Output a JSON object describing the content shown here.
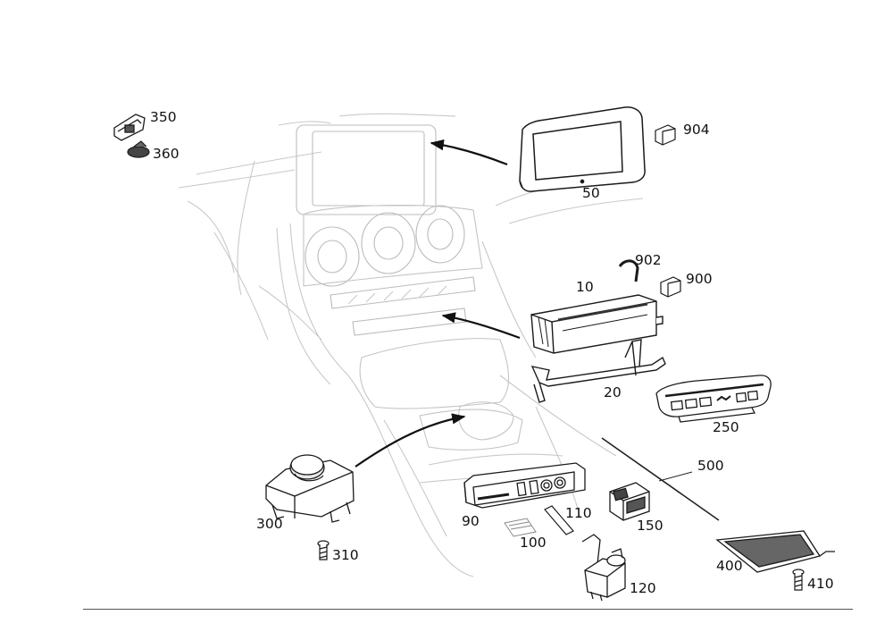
{
  "diagram": {
    "callouts": {
      "p350": "350",
      "p360": "360",
      "p904": "904",
      "p50": "50",
      "p902": "902",
      "p900": "900",
      "p10": "10",
      "p20": "20",
      "p250": "250",
      "p500": "500",
      "p300": "300",
      "p310": "310",
      "p90": "90",
      "p110": "110",
      "p100": "100",
      "p150": "150",
      "p120": "120",
      "p400": "400",
      "p410": "410"
    }
  },
  "colors": {
    "ghost_line": "#c8c8c8",
    "part_line": "#1a1a1a",
    "arrow": "#111111"
  }
}
